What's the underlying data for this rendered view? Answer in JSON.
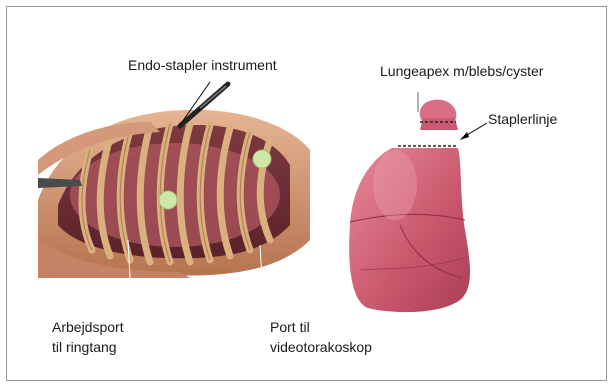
{
  "labels": {
    "endo_stapler": "Endo-stapler instrument",
    "lung_apex": "Lungeapex m/blebs/cyster",
    "stapler_line": "Staplerlinje",
    "work_port_line1": "Arbejdsport",
    "work_port_line2": "til ringtang",
    "video_port_line1": "Port til",
    "video_port_line2": "videotorakoskop"
  }
}
